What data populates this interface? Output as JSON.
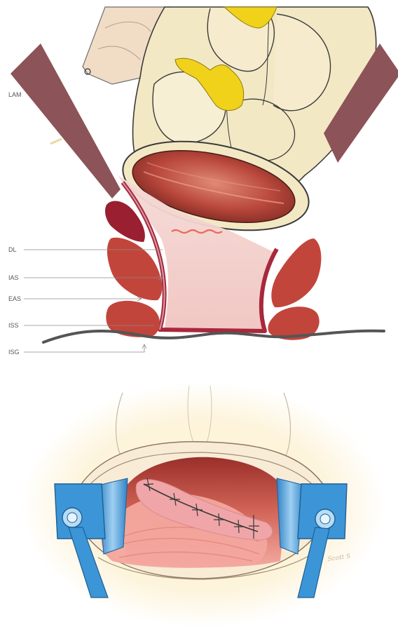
{
  "anatomy_labels": {
    "lam": "LAM",
    "dl": "DL",
    "ias": "IAS",
    "eas": "EAS",
    "iss": "ISS",
    "isg": "ISG"
  },
  "signature": "Scott S",
  "colors": {
    "levator_ani": "#8c5358",
    "muscle_red": "#c2453b",
    "muscle_dark": "#9a1f30",
    "mucosa_pink": "#f2c9c6",
    "bowel_cream": "#f3e8c4",
    "fat_yellow": "#f1d21a",
    "retractor_blue": "#3c95d6",
    "skin_line": "#555555"
  }
}
